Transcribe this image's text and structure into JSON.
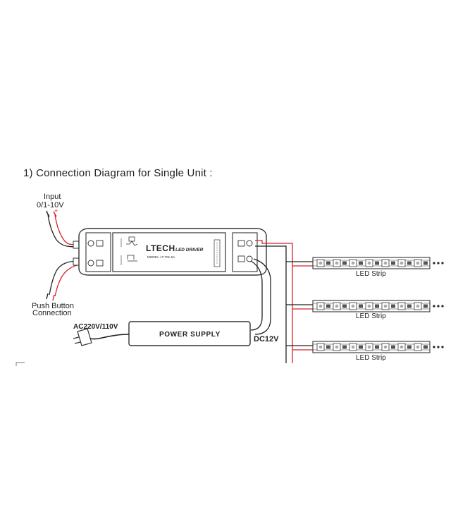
{
  "title": "1) Connection Diagram for Single Unit :",
  "input": {
    "label": "Input",
    "range": "0/1-10V",
    "minus": "-",
    "plus": "+"
  },
  "push_button": {
    "line1": "Push Button",
    "line2": "Connection"
  },
  "driver": {
    "brand": "LTECH",
    "name": "LED DRIVER",
    "model": "MODEL: LT-701-6A"
  },
  "power_supply": {
    "label": "POWER SUPPLY",
    "ac": "AC220V/110V",
    "dc": "DC12V"
  },
  "strips": [
    {
      "label": "LED Strip"
    },
    {
      "label": "LED Strip"
    },
    {
      "label": "LED Strip"
    }
  ],
  "colors": {
    "wire_red": "#d6222a",
    "wire_black": "#222222",
    "outline": "#333333"
  }
}
